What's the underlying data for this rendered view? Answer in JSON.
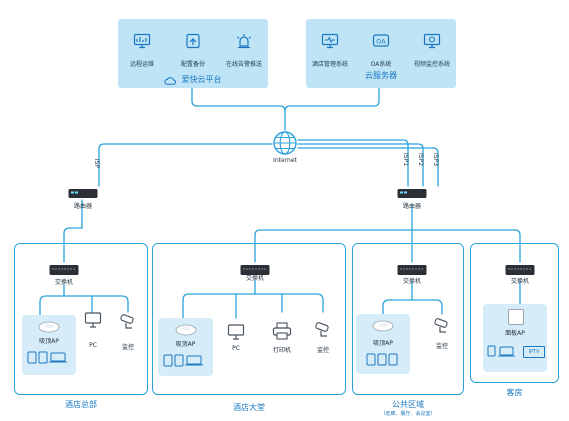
{
  "colors": {
    "line": "#29a3dc",
    "panel": "#bfe4f5",
    "apbox": "#d6ecf8",
    "accent": "#1a78c2",
    "device": "#2b2f36"
  },
  "cloud_platform": {
    "title": "爱快云平台",
    "items": [
      {
        "label": "远程运维",
        "icon": "monitor-chart-icon"
      },
      {
        "label": "配置备份",
        "icon": "backup-icon"
      },
      {
        "label": "在线告警推送",
        "icon": "alert-lamp-icon"
      }
    ]
  },
  "cloud_server": {
    "title": "云服务器",
    "items": [
      {
        "label": "酒店管理系统",
        "icon": "hotel-screen-icon"
      },
      {
        "label": "OA系统",
        "icon": "oa-badge-icon"
      },
      {
        "label": "视频监控系统",
        "icon": "camera-screen-icon"
      }
    ]
  },
  "internet": {
    "label": "Internet",
    "icon": "globe-icon"
  },
  "isp_links": {
    "left": "ISP",
    "right": [
      "ISP1",
      "ISP2",
      "ISP3"
    ]
  },
  "routers": {
    "left": "路由器",
    "right": "路由器"
  },
  "zones": [
    {
      "title": "酒店总部",
      "subtitle": "",
      "switch": "交换机",
      "ap": "吸顶AP",
      "devices": [
        "PC",
        "监控"
      ]
    },
    {
      "title": "酒店大堂",
      "subtitle": "",
      "switch": "交换机",
      "ap": "吸顶AP",
      "devices": [
        "PC",
        "打印机",
        "监控"
      ]
    },
    {
      "title": "公共区域",
      "subtitle": "（走廊、餐厅、会议室）",
      "switch": "交换机",
      "ap": "吸顶AP",
      "devices": [
        "监控"
      ]
    },
    {
      "title": "客房",
      "subtitle": "",
      "switch": "交换机",
      "ap": "面板AP",
      "devices": [
        "IPTV"
      ]
    }
  ]
}
